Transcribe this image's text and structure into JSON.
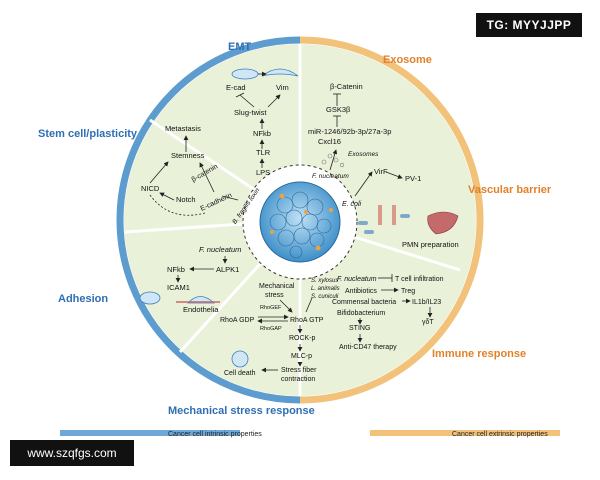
{
  "overlays": {
    "tg_badge": "TG: MYYJJPP",
    "website_badge": "www.szqfgs.com"
  },
  "sections": {
    "emt": "EMT",
    "exosome": "Exosome",
    "stem": "Stem cell/plasticity",
    "vascular": "Vascular barrier",
    "adhesion": "Adhesion",
    "immune": "Immune response",
    "mechanical": "Mechanical stress response"
  },
  "labels": {
    "ecad": "E-cad",
    "vim": "Vim",
    "slug_twist": "Slug-twist",
    "nfkb": "NFkb",
    "tlr": "TLR",
    "lps": "LPS",
    "beta_catenin_top": "β-Catenin",
    "gsk3b": "GSK3β",
    "mir": "miR-1246/92b-3p/27a-3p",
    "cxcl16": "Cxcl16",
    "exosomes": "Exosomes",
    "fnucleatum_exo": "F. nucleatum",
    "metastasis": "Metastasis",
    "stemness": "Stemness",
    "nicd": "NICD",
    "bcatenin_stem": "β-catenin",
    "notch": "Notch",
    "ecadherin": "E-cadherin",
    "bfragilis": "B. fragilis toxin",
    "virf": "VirF",
    "pv1": "PV-1",
    "ecoli": "E. coli",
    "pmn": "PMN preparation",
    "fnucleatum_adh": "F. nucleatum",
    "alpk1": "ALPK1",
    "nfkb_adh": "NFkb",
    "icam1": "ICAM1",
    "endothelia": "Endothelia",
    "fn_immune": "F. nucleatum",
    "tcell": "T cell infiltration",
    "antibiotics": "Antibiotics",
    "treg": "Treg",
    "commensal": "Commensal bacteria",
    "il1b": "IL1b/IL23",
    "bifido": "Bifidobacterium",
    "gdt": "γδT",
    "sting": "STING",
    "cd47": "Anti-CD47 therapy",
    "mech_stress": "Mechanical",
    "mech_stress2": "stress",
    "sxylosus": "S. xylosus",
    "lanimalis": "L. animalis",
    "scuniculi": "S. cuniculi",
    "rhogef": "RhoGEF",
    "rhogap": "RhoGAP",
    "rhoa_gdp": "RhoA GDP",
    "rhoa_gtp": "RhoA GTP",
    "rockp": "ROCK-p",
    "mlcp": "MLC-p",
    "celldeath": "Cell death",
    "stressfiber": "Stress fiber",
    "contraction": "contraction"
  },
  "legend": {
    "intrinsic": "Cancer cell intrinsic properties",
    "extrinsic": "Cancer cell extrinsic properties",
    "intrinsic_color": "#6fa8d6",
    "extrinsic_color": "#f2c27b"
  },
  "colors": {
    "section_blue": "#2f6fb3",
    "section_orange": "#e0822a",
    "inner_fill": "#eaf1d9"
  }
}
